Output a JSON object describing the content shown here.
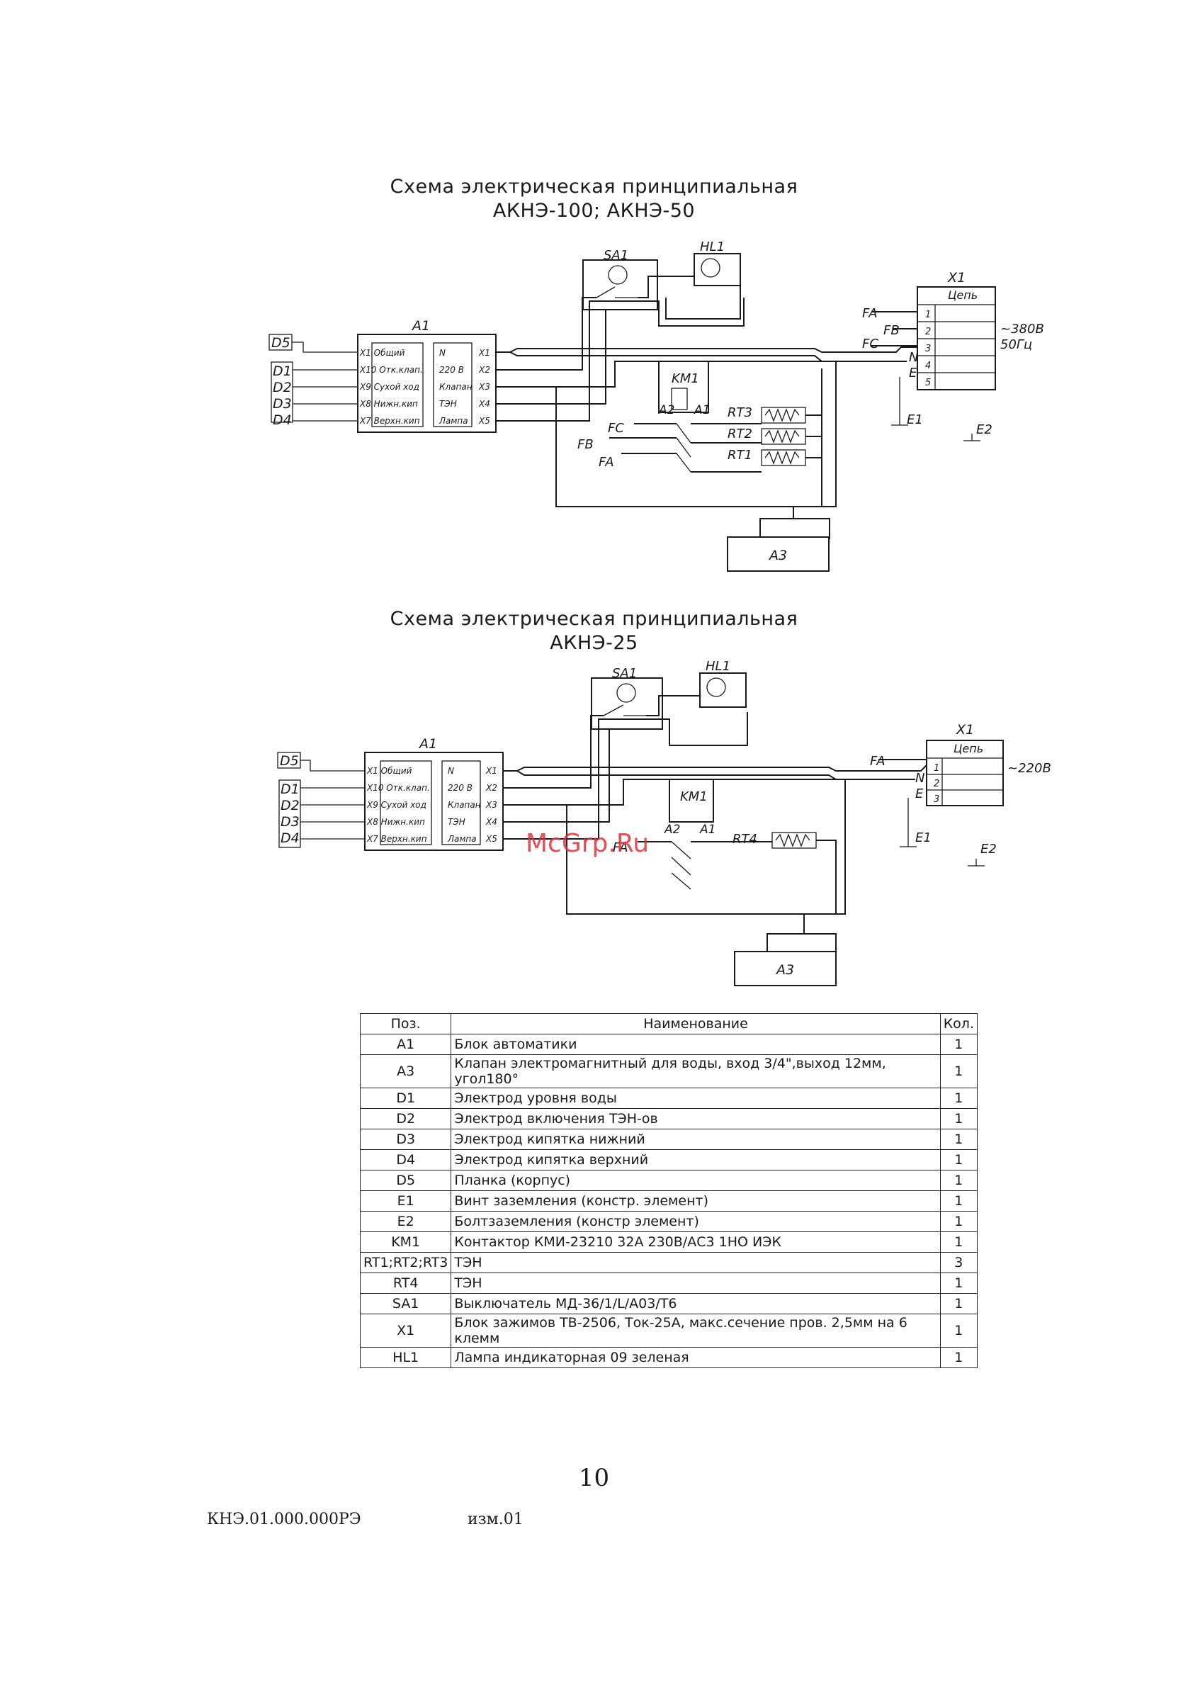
{
  "diagram1": {
    "title_line1": "Схема электрическая принципиальная",
    "title_line2": "АКНЭ-100; АКНЭ-50",
    "labels": {
      "a1": "A1",
      "sa1": "SA1",
      "hl1": "HL1",
      "x1": "X1",
      "km1": "KM1",
      "a3": "A3",
      "d5": "D5",
      "d1": "D1",
      "d2": "D2",
      "d3": "D3",
      "d4": "D4",
      "fa": "FA",
      "fb": "FB",
      "fc": "FC",
      "n": "N",
      "e": "E",
      "e1": "E1",
      "e2": "E2",
      "rt1": "RT1",
      "rt2": "RT2",
      "rt3": "RT3",
      "a2c": "A2",
      "a1c": "A1",
      "voltage": "~380В",
      "freq": "50Гц",
      "chain": "Цепь"
    },
    "a1_left": [
      "X1 Общий",
      "X10 Отк.клап.",
      "X9 Сухой ход",
      "X8 Нижн.кип",
      "X7 Верхн.кип"
    ],
    "a1_right": [
      "N",
      "220 В",
      "Клапан",
      "ТЭН",
      "Лампа"
    ],
    "a1_xright": [
      "X1",
      "X2",
      "X3",
      "X4",
      "X5"
    ],
    "x1_terms": [
      "1",
      "2",
      "3",
      "4",
      "5"
    ]
  },
  "diagram2": {
    "title_line1": "Схема электрическая принципиальная",
    "title_line2": "АКНЭ-25",
    "labels": {
      "a1": "A1",
      "sa1": "SA1",
      "hl1": "HL1",
      "x1": "X1",
      "km1": "KM1",
      "a3": "A3",
      "d5": "D5",
      "d1": "D1",
      "d2": "D2",
      "d3": "D3",
      "d4": "D4",
      "fa": "FA",
      "n": "N",
      "e": "E",
      "e1": "E1",
      "e2": "E2",
      "rt4": "RT4",
      "a2c": "A2",
      "a1c": "A1",
      "voltage": "~220В",
      "chain": "Цепь"
    },
    "a1_left": [
      "X1 Общий",
      "X10 Отк.клап.",
      "X9 Сухой ход",
      "X8 Нижн.кип",
      "X7 Верхн.кип"
    ],
    "a1_right": [
      "N",
      "220 В",
      "Клапан",
      "ТЭН",
      "Лампа"
    ],
    "a1_xright": [
      "X1",
      "X2",
      "X3",
      "X4",
      "X5"
    ],
    "x1_terms": [
      "1",
      "2",
      "3"
    ]
  },
  "watermark": "McGrp.Ru",
  "spec_table": {
    "headers": [
      "Поз.",
      "Наименование",
      "Кол."
    ],
    "rows": [
      {
        "pos": "A1",
        "name": "Блок автоматики",
        "qty": "1"
      },
      {
        "pos": "A3",
        "name": "Клапан электромагнитный для воды, вход 3/4\",выход 12мм, угол180°",
        "qty": "1"
      },
      {
        "pos": "D1",
        "name": "Электрод уровня воды",
        "qty": "1"
      },
      {
        "pos": "D2",
        "name": "Электрод включения ТЭН-ов",
        "qty": "1"
      },
      {
        "pos": "D3",
        "name": "Электрод кипятка нижний",
        "qty": "1"
      },
      {
        "pos": "D4",
        "name": "Электрод кипятка верхний",
        "qty": "1"
      },
      {
        "pos": "D5",
        "name": "Планка (корпус)",
        "qty": "1"
      },
      {
        "pos": "E1",
        "name": "Винт заземления (констр. элемент)",
        "qty": "1"
      },
      {
        "pos": "E2",
        "name": "Болтзаземления (констр элемент)",
        "qty": "1"
      },
      {
        "pos": "KM1",
        "name": "Контактор КМИ-23210 32А 230В/АС3 1НО ИЭК",
        "qty": "1"
      },
      {
        "pos": "RT1;RT2;RT3",
        "name": "ТЭН",
        "qty": "3"
      },
      {
        "pos": "RT4",
        "name": "ТЭН",
        "qty": "1"
      },
      {
        "pos": "SA1",
        "name": "Выключатель МД-36/1/L/A03/T6",
        "qty": "1"
      },
      {
        "pos": "X1",
        "name": "Блок зажимов ТВ-2506, Ток-25А, макс.сечение пров. 2,5мм на 6 клемм",
        "qty": "1"
      },
      {
        "pos": "HL1",
        "name": "Лампа индикаторная 09 зеленая",
        "qty": "1"
      }
    ]
  },
  "page_number": "10",
  "footer_left": "КНЭ.01.000.000РЭ",
  "footer_mid": "изм.01"
}
